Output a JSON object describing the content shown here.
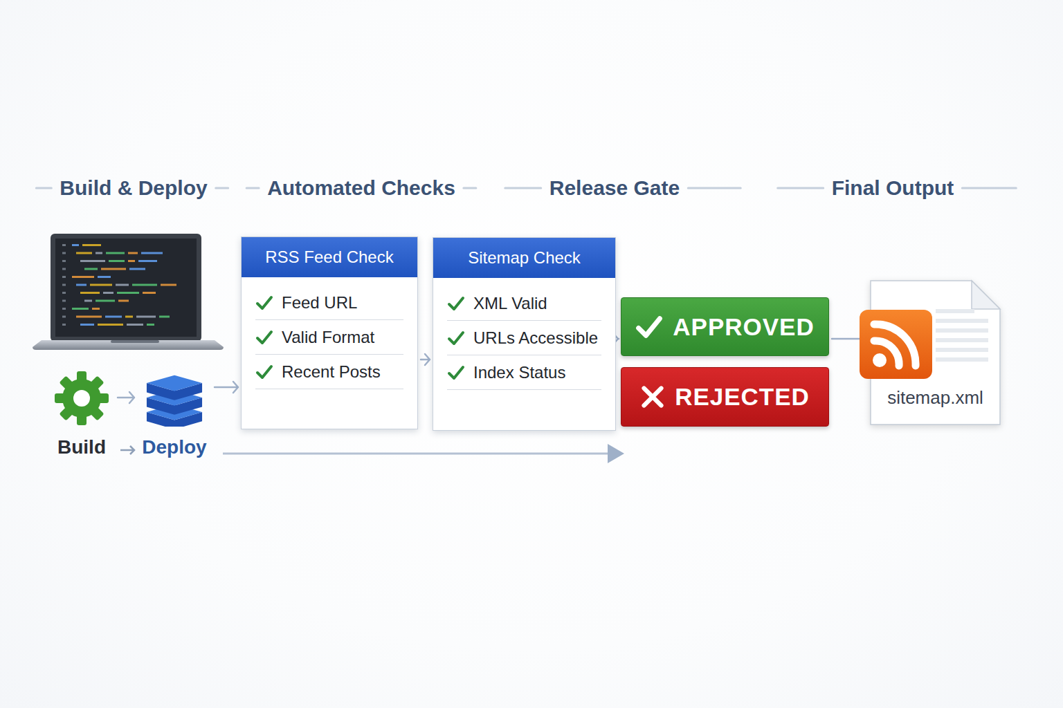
{
  "diagram": {
    "nodes": [
      {
        "text": [
          "Build"
        ]
      },
      {
        "text": [
          "Deploy"
        ]
      },
      {
        "text": [
          "RSS Feed Check",
          "Feed URL",
          "Valid Format",
          "Recent Posts"
        ]
      },
      {
        "text": [
          "Sitemap Check",
          "XML Valid",
          "URLs Accessible",
          "Index Status"
        ]
      },
      {
        "text": [
          "APPROVED"
        ]
      },
      {
        "text": [
          "REJECTED"
        ]
      },
      {
        "text": [
          "sitemap.xml"
        ]
      }
    ],
    "edges": [
      {
        "from": 0,
        "to": 1,
        "arrow": "to"
      },
      {
        "from": 1,
        "to": 2,
        "arrow": "to"
      },
      {
        "from": 2,
        "to": 3,
        "arrow": "to"
      },
      {
        "from": 3,
        "to": 4,
        "arrow": "to"
      },
      {
        "from": 4,
        "to": 6,
        "arrow": "to"
      }
    ],
    "labels": [
      "Build & Deploy",
      "Automated Checks",
      "Release Gate",
      "Final Output"
    ]
  }
}
